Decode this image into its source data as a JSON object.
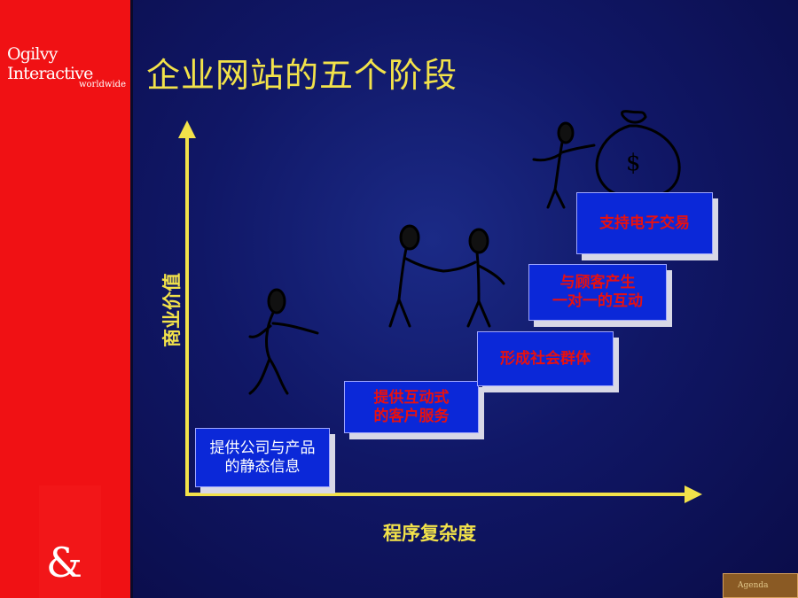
{
  "sidebar": {
    "logo_main": "Ogilvy Interactive",
    "logo_sub": "worldwide",
    "ampersand": "&"
  },
  "slide": {
    "title": "企业网站的五个阶段",
    "y_axis_label": "商业价值",
    "x_axis_label": "程序复杂度"
  },
  "stages": [
    {
      "line1": "提供公司与产品",
      "line2": "的静态信息"
    },
    {
      "line1": "提供互动式",
      "line2": "的客户服务"
    },
    {
      "line1": "形成社会群体",
      "line2": ""
    },
    {
      "line1": "与顾客产生",
      "line2": "一对一的互动"
    },
    {
      "line1": "支持电子交易",
      "line2": ""
    }
  ],
  "moneybag": {
    "symbol": "$"
  },
  "agenda_button": {
    "label": "Agenda"
  },
  "colors": {
    "sidebar_red": "#f01114",
    "background_navy": "#101766",
    "title_yellow": "#f2e24a",
    "box_blue": "#0b28d8",
    "box_text_red": "#e81010"
  }
}
